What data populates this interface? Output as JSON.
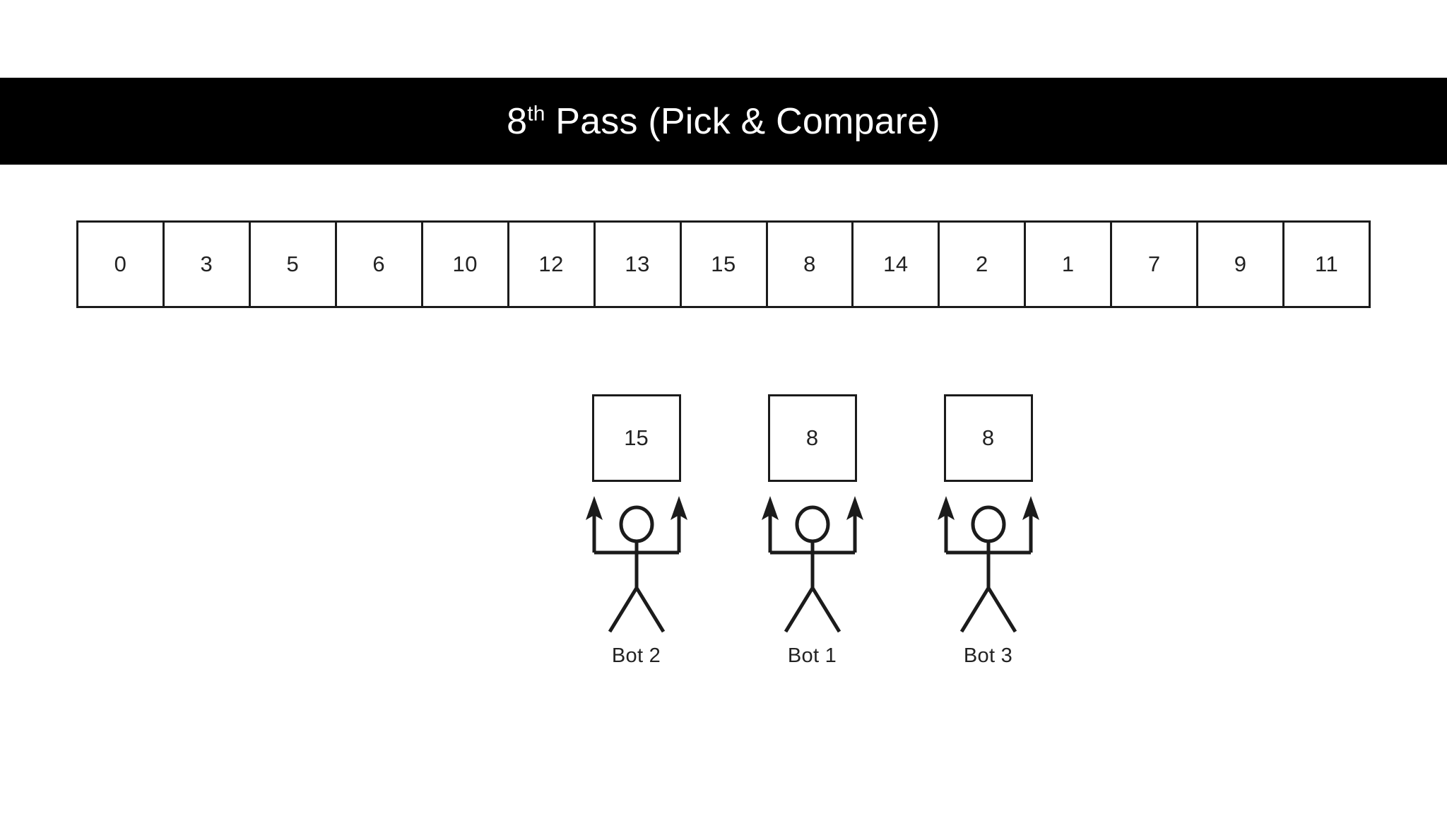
{
  "header": {
    "pass_number": "8",
    "ordinal_suffix": "th",
    "title_rest": " Pass (Pick & Compare)",
    "full_title": "8th Pass (Pick & Compare)",
    "background_color": "#000000",
    "text_color": "#ffffff"
  },
  "array": {
    "cells": [
      {
        "value": "0"
      },
      {
        "value": "3"
      },
      {
        "value": "5"
      },
      {
        "value": "6"
      },
      {
        "value": "10"
      },
      {
        "value": "12"
      },
      {
        "value": "13"
      },
      {
        "value": "15"
      },
      {
        "value": "8"
      },
      {
        "value": "14"
      },
      {
        "value": "2"
      },
      {
        "value": "1"
      },
      {
        "value": "7"
      },
      {
        "value": "9"
      },
      {
        "value": "11"
      }
    ],
    "border_color": "#1b1b1b",
    "cell_count": 15
  },
  "bots": [
    {
      "label": "Bot 2",
      "held_value": "15"
    },
    {
      "label": "Bot 1",
      "held_value": "8"
    },
    {
      "label": "Bot 3",
      "held_value": "8"
    }
  ],
  "colors": {
    "page_background": "#ffffff",
    "line": "#1b1b1b",
    "text": "#222222"
  }
}
